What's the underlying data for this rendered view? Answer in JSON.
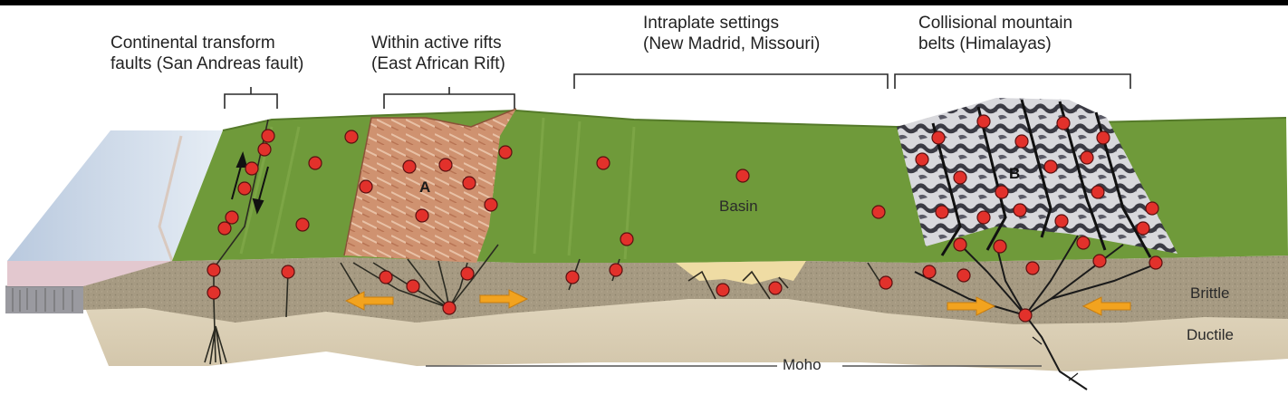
{
  "labels": {
    "transform": {
      "line1": "Continental transform",
      "line2": "faults (San Andreas fault)"
    },
    "rifts": {
      "line1": "Within active rifts",
      "line2": "(East African Rift)"
    },
    "intraplate": {
      "line1": "Intraplate settings",
      "line2": "(New Madrid, Missouri)"
    },
    "collisional": {
      "line1": "Collisional mountain",
      "line2": "belts (Himalayas)"
    }
  },
  "markers": {
    "a": "A",
    "b": "B"
  },
  "regions": {
    "basin": "Basin",
    "brittle": "Brittle",
    "ductile": "Ductile",
    "moho": "Moho"
  },
  "colors": {
    "grass": "#6f9a3a",
    "grass_dark": "#557a2a",
    "rift_rock": "#c98a66",
    "crust": "#a79b84",
    "mantle": "#d9cdb3",
    "basin_sediment": "#efdca4",
    "ocean": "#c8d6e6",
    "mountain_snow": "#d8d8dc",
    "quake_dot": "#e2312b",
    "arrow": "#f2a31f"
  }
}
